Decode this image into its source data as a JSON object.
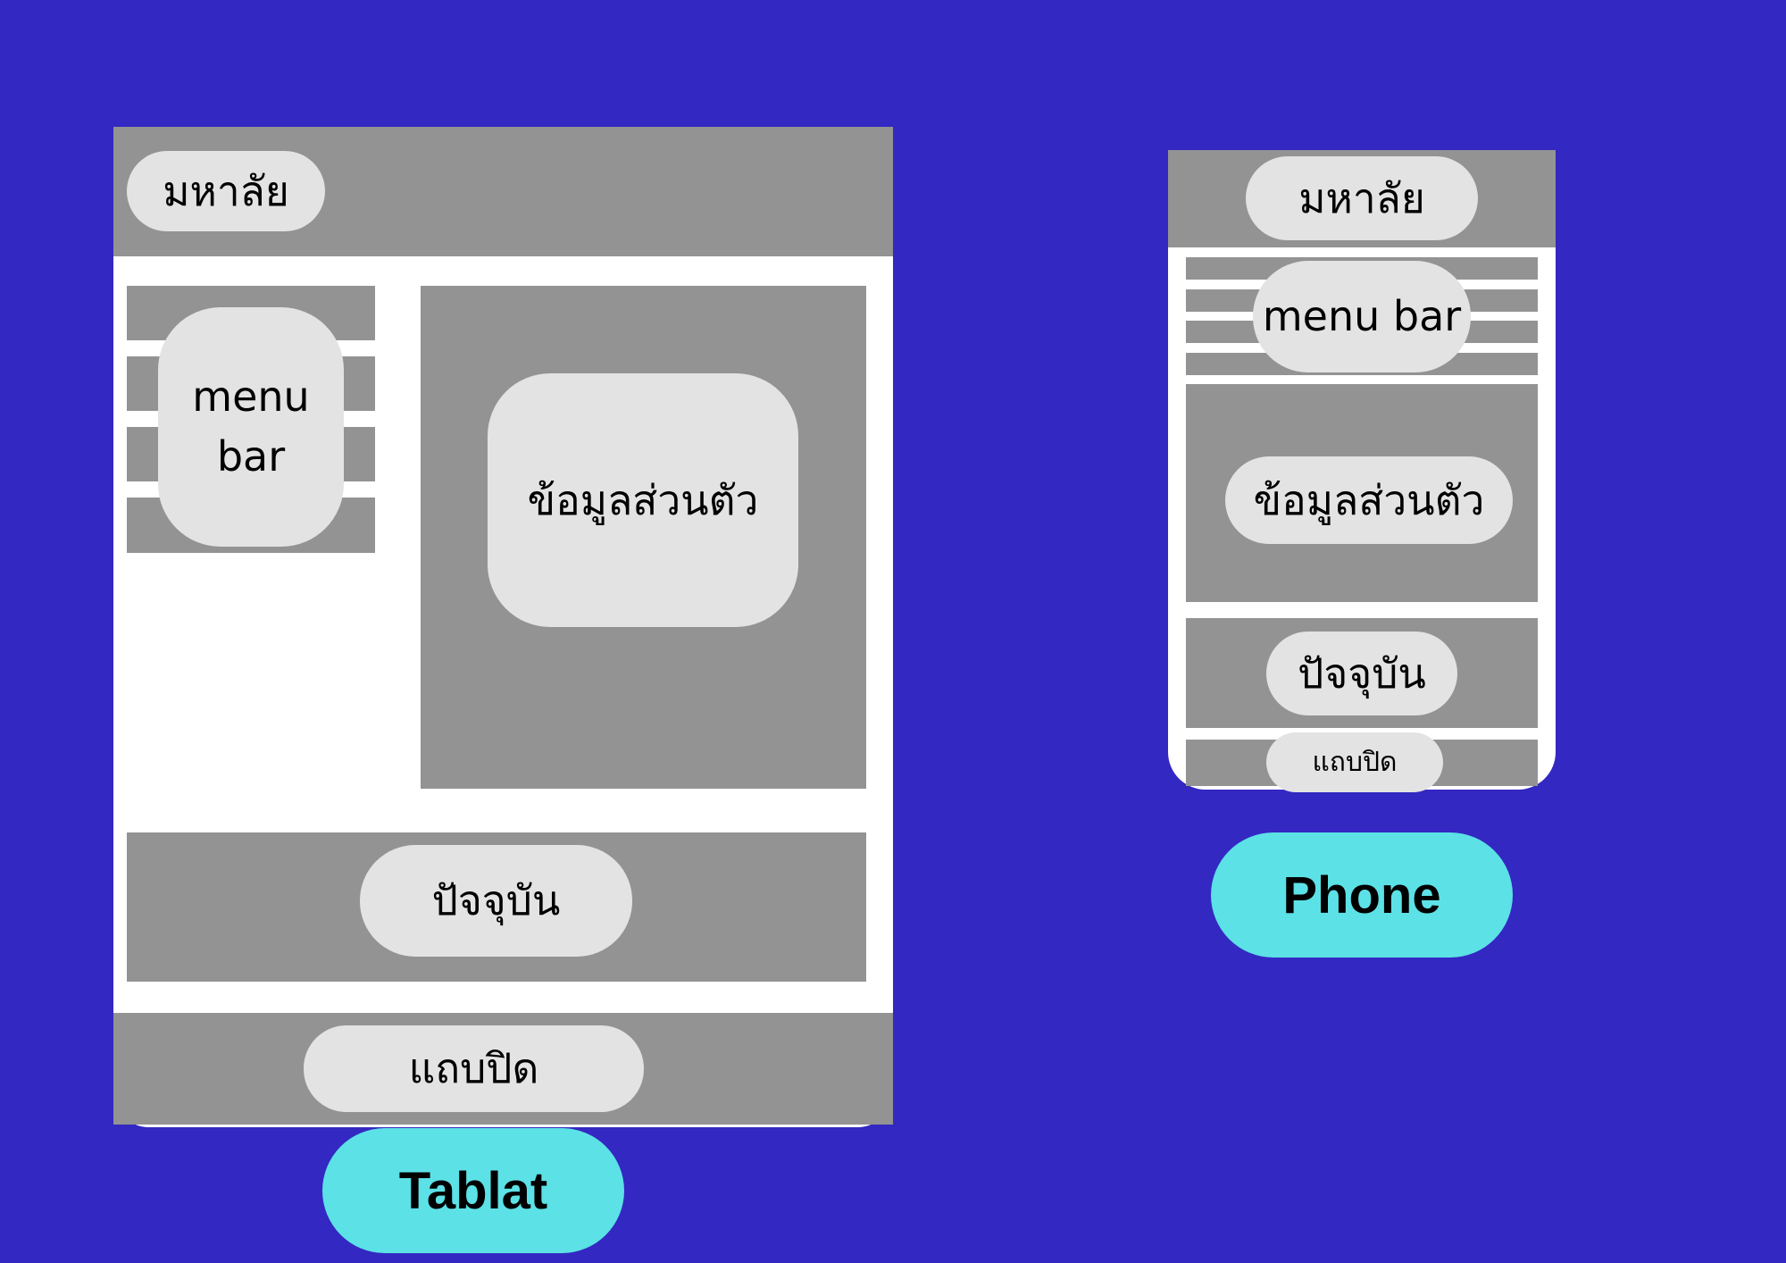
{
  "tablet": {
    "label": "Tablat",
    "header": "มหาลัย",
    "menu_line1": "menu",
    "menu_line2": "bar",
    "profile": "ข้อมูลส่วนตัว",
    "current": "ปัจจุบัน",
    "footer": "แถบปิด"
  },
  "phone": {
    "label": "Phone",
    "header": "มหาลัย",
    "menu": "menu bar",
    "profile": "ข้อมูลส่วนตัว",
    "current": "ปัจจุบัน",
    "footer": "แถบปิด"
  },
  "colors": {
    "background": "#3328c2",
    "frame": "#ffffff",
    "block": "#939393",
    "pill": "#e3e3e3",
    "label": "#5ce1e6"
  }
}
